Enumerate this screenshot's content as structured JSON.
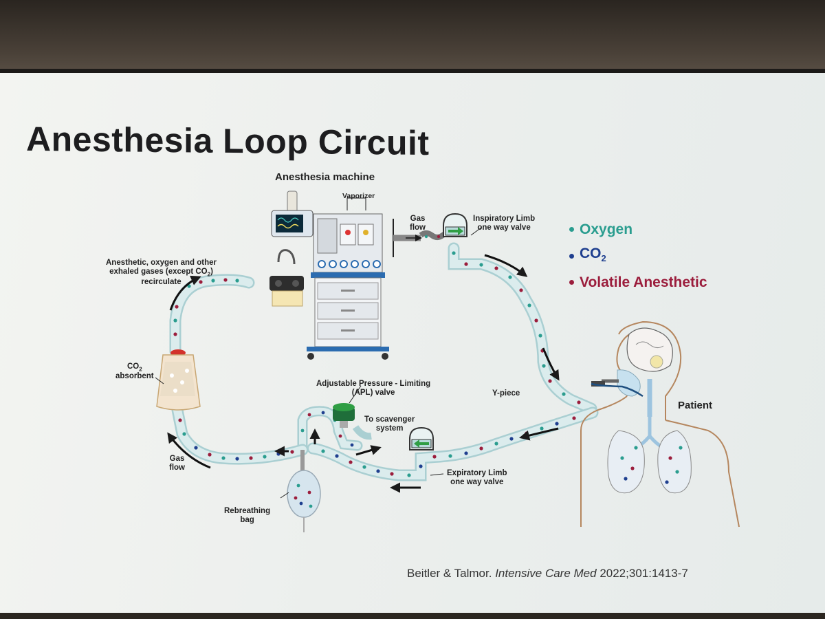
{
  "slide": {
    "title": "Anesthesia Loop Circuit",
    "citation_authors": "Beitler & Talmor. ",
    "citation_journal": "Intensive Care Med",
    "citation_ref": " 2022;301:1413-7"
  },
  "labels": {
    "machine": "Anesthesia machine",
    "vaporizer": "Vaporizer",
    "gas_flow_top_1": "Gas",
    "gas_flow_top_2": "flow",
    "insp_valve_1": "Inspiratory Limb",
    "insp_valve_2": "one way valve",
    "recirc_1": "Anesthetic, oxygen and other",
    "recirc_2a": "exhaled gases (except CO",
    "recirc_2b": "2",
    "recirc_2c": ")",
    "recirc_3": "recirculate",
    "absorbent_1a": "CO",
    "absorbent_1b": "2",
    "absorbent_2": "absorbent",
    "apl_1": "Adjustable Pressure - Limiting",
    "apl_2": "(APL) valve",
    "scavenger_1": "To scavenger",
    "scavenger_2": "system",
    "ypiece": "Y-piece",
    "patient": "Patient",
    "gas_flow_left_1": "Gas",
    "gas_flow_left_2": "flow",
    "exp_valve_1": "Expiratory Limb",
    "exp_valve_2": "one way valve",
    "bag_1": "Rebreathing",
    "bag_2": "bag"
  },
  "legend": {
    "oxygen": "Oxygen",
    "co2": "CO",
    "co2_sub": "2",
    "volatile": "Volatile Anesthetic"
  },
  "colors": {
    "oxygen": "#2a9d8f",
    "co2": "#1f3f8f",
    "volatile": "#9b1d3c",
    "tube": "#c9dfe0",
    "machine_blue": "#2b6cb0",
    "valve_green": "#2f9e44"
  }
}
